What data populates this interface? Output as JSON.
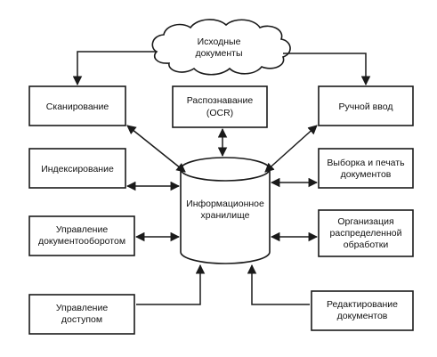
{
  "diagram": {
    "cloud": {
      "line1": "Исходные",
      "line2": "документы"
    },
    "storage": {
      "line1": "Информационное",
      "line2": "хранилище"
    },
    "boxes": {
      "scanning": {
        "line1": "Сканирование"
      },
      "ocr": {
        "line1": "Распознавание",
        "line2": "(OCR)"
      },
      "manual_input": {
        "line1": "Ручной ввод"
      },
      "indexing": {
        "line1": "Индексирование"
      },
      "selection_print": {
        "line1": "Выборка и печать",
        "line2": "документов"
      },
      "workflow": {
        "line1": "Управление",
        "line2": "документооборотом"
      },
      "distributed": {
        "line1": "Организация",
        "line2": "распределенной",
        "line3": "обработки"
      },
      "access": {
        "line1": "Управление",
        "line2": "доступом"
      },
      "editing": {
        "line1": "Редактирование",
        "line2": "документов"
      }
    }
  }
}
